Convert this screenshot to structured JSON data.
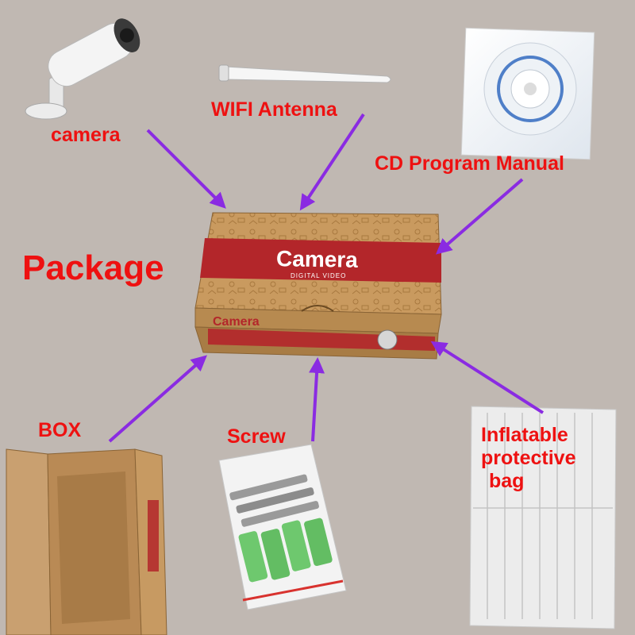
{
  "labels": {
    "camera": "camera",
    "wifi_antenna": "WIFI Antenna",
    "cd_manual": "CD Program Manual",
    "package": "Package",
    "box": "BOX",
    "screw": "Screw",
    "bag_line1": "Inflatable",
    "bag_line2": "protective",
    "bag_line3": "bag"
  },
  "package_box": {
    "brand": "Camera",
    "brand_sub": "DIGITAL VIDEO",
    "brand_side": "Camera"
  },
  "colors": {
    "background": "#c0b8b2",
    "label_red": "#ee1111",
    "arrow_purple": "#8a2be2",
    "cardboard": "#c99a5f",
    "box_band_red": "#b3262a",
    "screw_anchor_green": "#6ec86e"
  }
}
